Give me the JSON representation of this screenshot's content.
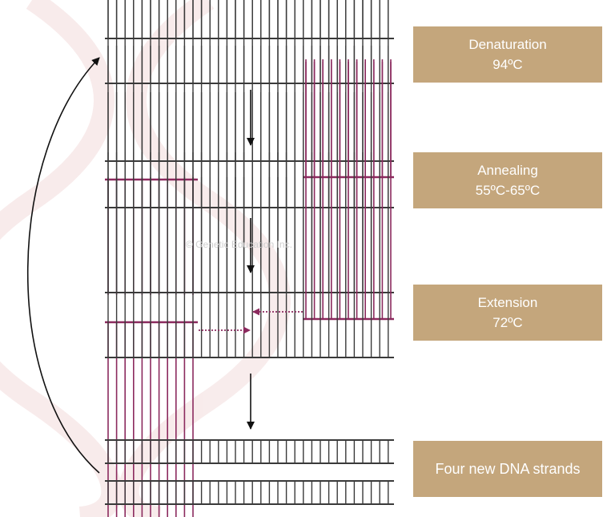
{
  "colors": {
    "strand": "#3a3a3a",
    "primer": "#8b2a5e",
    "label_box": "#c4a67c",
    "arrow": "#111111",
    "background_helix": "#f3dcdc"
  },
  "steps": [
    {
      "title": "Denaturation",
      "temp": "94ºC"
    },
    {
      "title": "Annealing",
      "temp": "55ºC-65ºC"
    },
    {
      "title": "Extension",
      "temp": "72ºC"
    },
    {
      "title": "Four new DNA strands",
      "temp": ""
    }
  ],
  "watermark": "© Genetic Education Inc."
}
